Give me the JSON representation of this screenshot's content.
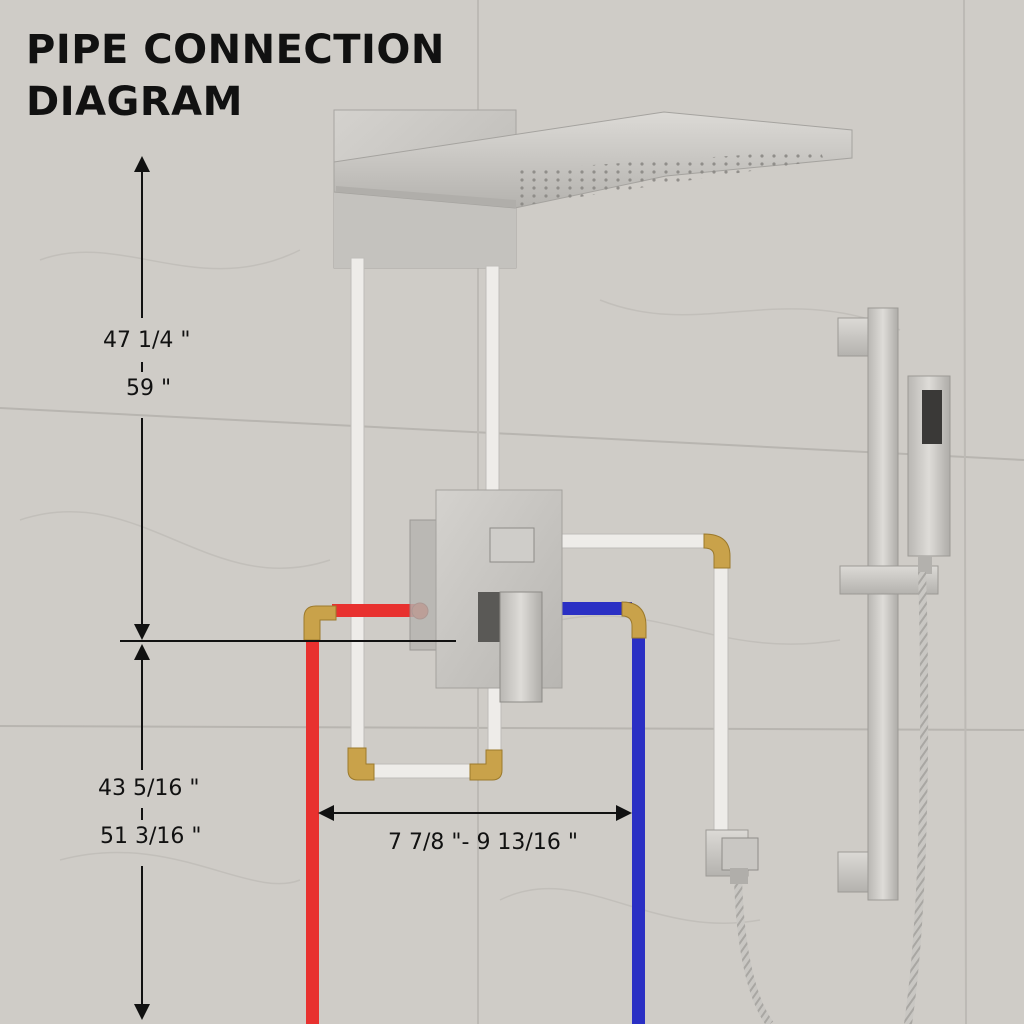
{
  "title": {
    "line1": "PIPE CONNECTION",
    "line2": "DIAGRAM"
  },
  "dimensions": {
    "upper_min": "47 1/4 \"",
    "upper_max": "59 \"",
    "lower_min": "43 5/16 \"",
    "lower_max": "51 3/16 \"",
    "horizontal": "7 7/8 \"- 9 13/16 \""
  },
  "colors": {
    "hot_pipe": "#e8312f",
    "cold_pipe": "#2a2fc4",
    "fitting_brass": "#c9a24a",
    "chrome": "#c8c6c2",
    "wall": "#cfccc7"
  },
  "components": [
    "rain-shower-head-icon",
    "diverter-valve-icon",
    "slide-bar-icon",
    "handheld-shower-icon",
    "hose-icon",
    "wall-outlet-icon"
  ]
}
